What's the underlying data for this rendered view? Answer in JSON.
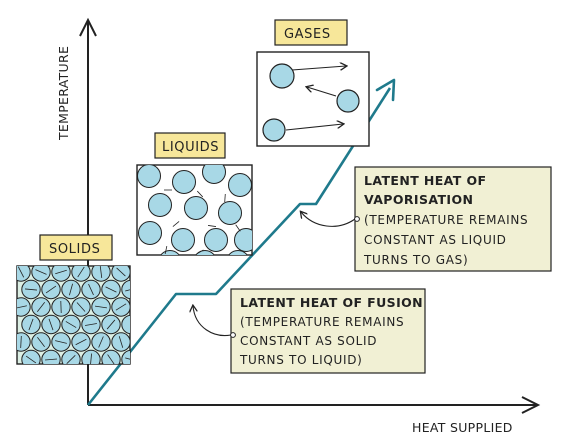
{
  "axes": {
    "y_label": "TEMPERATURE",
    "x_label": "HEAT SUPPLIED"
  },
  "states": {
    "solids": "SOLIDS",
    "liquids": "LIQUIDS",
    "gases": "GASES"
  },
  "fusion_note": {
    "title": "LATENT HEAT OF FUSION",
    "lines": [
      "(TEMPERATURE REMAINS",
      "CONSTANT AS SOLID",
      "TURNS TO LIQUID)"
    ]
  },
  "vaporisation_note": {
    "title_lines": [
      "LATENT HEAT OF",
      "VAPORISATION"
    ],
    "lines": [
      "(TEMPERATURE REMAINS",
      "CONSTANT AS LIQUID",
      "TURNS TO GAS)"
    ]
  },
  "colors": {
    "heating_line": "#1f7a8c",
    "particle_fill": "#a8d8e6",
    "solid_box_bg": "#dcefe4",
    "label_bg": "#f7e79a",
    "note_bg": "#f1f0d4",
    "ink": "#222222"
  }
}
